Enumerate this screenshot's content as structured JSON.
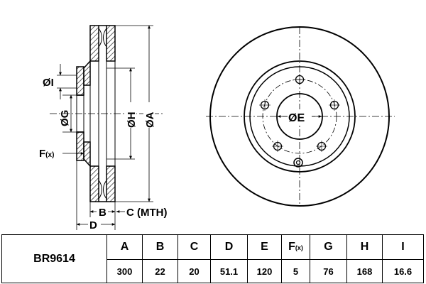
{
  "drawing": {
    "labels": {
      "dim_i": "ØI",
      "dim_g": "ØG",
      "dim_h": "ØH",
      "dim_a": "ØA",
      "dim_e": "ØE",
      "dim_f": "F",
      "dim_f_sub": "(x)",
      "dim_b": "B",
      "dim_c": "C (MTH)",
      "dim_d": "D"
    }
  },
  "table": {
    "part_number": "BR9614",
    "headers": [
      "A",
      "B",
      "C",
      "D",
      "E",
      "F",
      "G",
      "H",
      "I"
    ],
    "f_sub": "(x)",
    "values": [
      "300",
      "22",
      "20",
      "51.1",
      "120",
      "5",
      "76",
      "168",
      "16.6"
    ]
  }
}
